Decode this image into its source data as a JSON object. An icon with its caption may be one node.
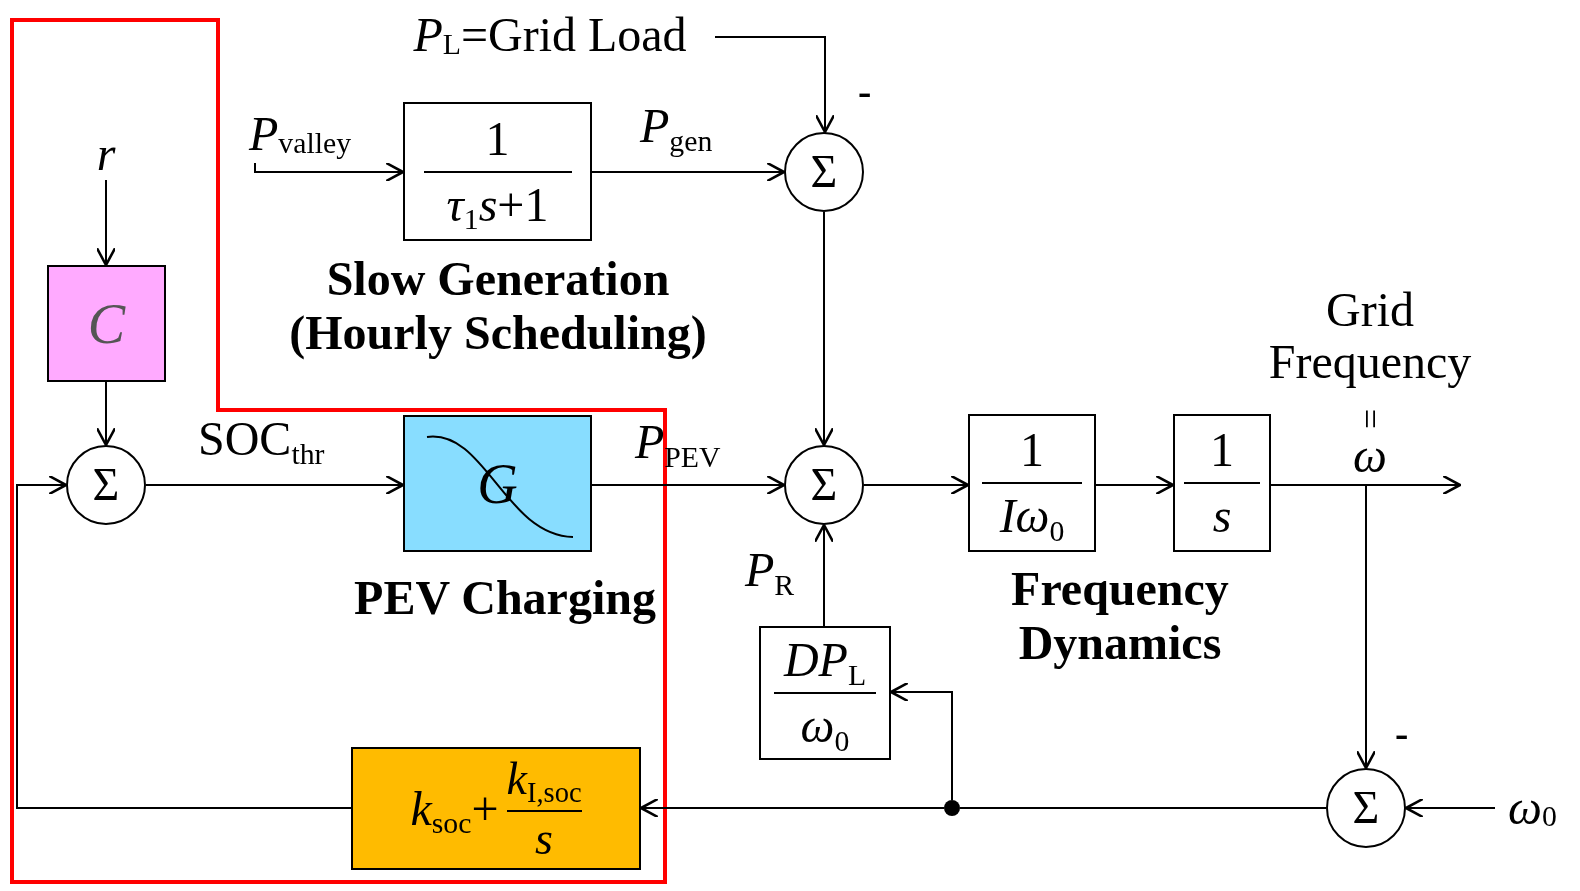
{
  "diagram": {
    "nodes": [
      {
        "text": [
          "*P*$_{L}$=Grid Load"
        ]
      },
      {
        "text": [
          "*P*$_{valley}$"
        ]
      },
      {
        "text": [
          "1",
          "*τ*$_{1}$*s*+1"
        ],
        "beside": [
          "Slow Generation (Hourly Scheduling)"
        ]
      },
      {
        "text": [
          "Σ"
        ]
      },
      {
        "text": [
          "r"
        ]
      },
      {
        "text": [
          "C"
        ]
      },
      {
        "text": [
          "Σ"
        ]
      },
      {
        "text": [
          "G"
        ],
        "beside": [
          "PEV Charging"
        ]
      },
      {
        "text": [
          "Σ"
        ]
      },
      {
        "text": [
          "1",
          "*Iω*$_{0}$"
        ]
      },
      {
        "text": [
          "1",
          "*s*"
        ]
      },
      {
        "text": [
          "*DP*$_{L}$",
          "*ω*$_{0}$"
        ]
      },
      {
        "text": [
          "Σ"
        ]
      },
      {
        "text": [
          "*ω*$_{0}$"
        ]
      },
      {
        "text": [
          "*k*$_{soc}$+",
          "*k*$_{I,soc}$",
          "*s*"
        ]
      },
      {
        "text": [],
        "shape": "circle"
      }
    ],
    "edges": [
      {
        "from": 0,
        "to": 3,
        "arrow": "to"
      },
      {
        "from": 1,
        "to": 2,
        "arrow": "to"
      },
      {
        "from": 2,
        "to": 3,
        "arrow": "to",
        "label": "*P*$_{gen}$"
      },
      {
        "from": 3,
        "to": 8,
        "arrow": "to"
      },
      {
        "from": 4,
        "to": 5,
        "arrow": "to"
      },
      {
        "from": 5,
        "to": 6,
        "arrow": "to"
      },
      {
        "from": 6,
        "to": 7,
        "arrow": "to",
        "label": "SOC$_{thr}$"
      },
      {
        "from": 7,
        "to": 8,
        "arrow": "to",
        "label": "*P*$_{PEV}$"
      },
      {
        "from": 8,
        "to": 9,
        "arrow": "to"
      },
      {
        "from": 9,
        "to": 10,
        "arrow": "to"
      },
      {
        "from": 10,
        "to": null,
        "arrow": "to"
      },
      {
        "from": 10,
        "to": 12,
        "arrow": "to"
      },
      {
        "from": 13,
        "to": 12,
        "arrow": "to"
      },
      {
        "from": 12,
        "to": 15,
        "arrow": "none"
      },
      {
        "from": 15,
        "to": 14,
        "arrow": "to"
      },
      {
        "from": 15,
        "to": 11,
        "arrow": "to"
      },
      {
        "from": 11,
        "to": 8,
        "arrow": "to",
        "label": "*P*$_{R}$"
      },
      {
        "from": 14,
        "to": 6,
        "arrow": "to"
      }
    ],
    "labels": [
      "-",
      "Grid Frequency",
      "=",
      "*ω*",
      "Frequency Dynamics",
      "-"
    ]
  }
}
